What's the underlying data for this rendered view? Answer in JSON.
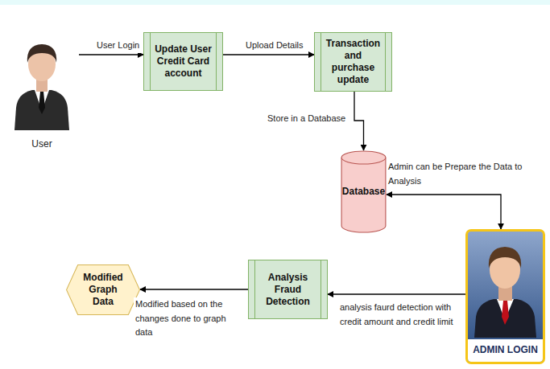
{
  "diagram": {
    "nodes": [
      {
        "text": [
          "User"
        ]
      },
      {
        "text": [
          "Update User Credit Card account"
        ]
      },
      {
        "text": [
          "Transaction and purchase update"
        ]
      },
      {
        "text": [
          "Database"
        ]
      },
      {
        "text": [
          "ADMIN LOGIN"
        ]
      },
      {
        "text": [
          "Analysis Fraud Detection"
        ]
      },
      {
        "text": [
          "Modified Graph Data"
        ]
      }
    ],
    "edges": [
      {
        "from": 0,
        "to": 1,
        "label": "User Login",
        "arrow": "to"
      },
      {
        "from": 1,
        "to": 2,
        "label": "Upload Details",
        "arrow": "to"
      },
      {
        "from": 2,
        "to": 3,
        "label": "Store in a Database",
        "arrow": "to"
      },
      {
        "from": 3,
        "to": 4,
        "label": "Admin can be Prepare the Data to Analysis",
        "arrow": "both"
      },
      {
        "from": 4,
        "to": 5,
        "label": "analysis faurd detection with credit amount and credit limit",
        "arrow": "to"
      },
      {
        "from": 5,
        "to": 6,
        "label": "Modified based on the changes done to graph data",
        "arrow": "to"
      }
    ]
  }
}
